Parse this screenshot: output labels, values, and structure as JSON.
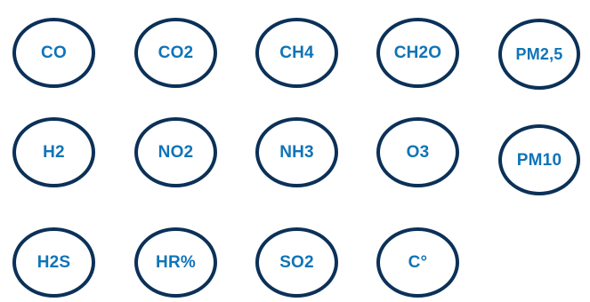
{
  "colors": {
    "ring": "#0b3158",
    "text": "#0f74b8",
    "background": "#ffffff"
  },
  "badges": [
    {
      "label": "CO"
    },
    {
      "label": "CO2"
    },
    {
      "label": "CH4"
    },
    {
      "label": "CH2O"
    },
    {
      "label": "PM2,5"
    },
    {
      "label": "H2"
    },
    {
      "label": "NO2"
    },
    {
      "label": "NH3"
    },
    {
      "label": "O3"
    },
    {
      "label": "PM10"
    },
    {
      "label": "H2S"
    },
    {
      "label": "HR%"
    },
    {
      "label": "SO2"
    },
    {
      "label": "C°"
    }
  ]
}
